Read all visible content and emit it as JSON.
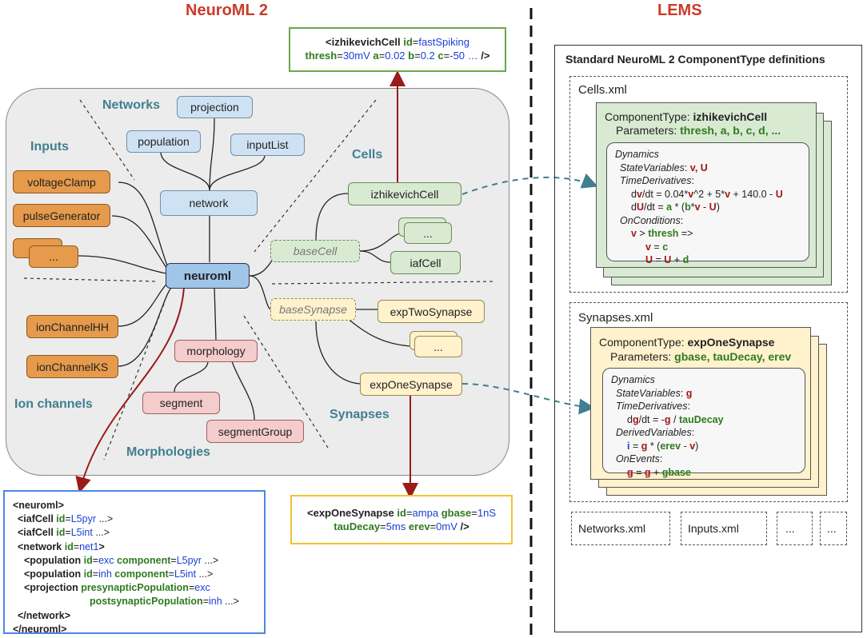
{
  "headings": {
    "left": "NeuroML 2",
    "right": "LEMS"
  },
  "regions": {
    "networks": "Networks",
    "inputs": "Inputs",
    "cells": "Cells",
    "ion_channels": "Ion channels",
    "morphologies": "Morphologies",
    "synapses": "Synapses"
  },
  "nodes": {
    "projection": "projection",
    "population": "population",
    "inputList": "inputList",
    "network": "network",
    "voltageClamp": "voltageClamp",
    "pulseGenerator": "pulseGenerator",
    "inputs_more": "...",
    "neuroml": "neuroml",
    "ionChannelHH": "ionChannelHH",
    "ionChannelKS": "ionChannelKS",
    "morphology": "morphology",
    "segment": "segment",
    "segmentGroup": "segmentGroup",
    "izhikevichCell": "izhikevichCell",
    "cells_more": "...",
    "baseCell": "baseCell",
    "iafCell": "iafCell",
    "baseSynapse": "baseSynapse",
    "expTwoSynapse": "expTwoSynapse",
    "synapses_more": "...",
    "expOneSynapse": "expOneSynapse"
  },
  "izh_snippet": {
    "l1_tag": "<izhikevichCell",
    "l1_k1": "id",
    "l1_v1": "fastSpiking",
    "l2_k1": "thresh",
    "l2_v1": "30mV",
    "l2_k2": "a",
    "l2_v2": "0.02",
    "l2_k3": "b",
    "l2_v3": "0.2",
    "l2_k4": "c",
    "l2_v4": "-50 …",
    "l2_end": "/>"
  },
  "exp_snippet": {
    "l1_tag": "<expOneSynapse",
    "l1_k1": "id",
    "l1_v1": "ampa",
    "l1_k2": "gbase",
    "l1_v2": "1nS",
    "l2_k1": "tauDecay",
    "l2_v1": "5ms",
    "l2_k2": "erev",
    "l2_v2": "0mV",
    "l2_end": "/>"
  },
  "xml_doc": {
    "open": "<neuroml>",
    "iaf1_tag": "<iafCell",
    "iaf1_id": "L5pyr",
    "iaf1_end": "...>",
    "iaf2_tag": "<iafCell",
    "iaf2_id": "L5int",
    "iaf2_end": "...>",
    "net_tag": "<network",
    "net_id": "net1",
    "net_end": ">",
    "pop1_tag": "<population",
    "pop1_id": "exc",
    "pop1_comp_key": "component",
    "pop1_comp": "L5pyr",
    "pop1_end": "...>",
    "pop2_tag": "<population",
    "pop2_id": "inh",
    "pop2_comp_key": "component",
    "pop2_comp": "L5int",
    "pop2_end": "...>",
    "proj_tag": "<projection",
    "proj_pre_key": "presynapticPopulation",
    "proj_pre": "exc",
    "proj_post_key": "postsynapticPopulation",
    "proj_post": "inh",
    "proj_end": "...>",
    "net_close": "</network>",
    "close": "</neuroml>",
    "id_key": "id"
  },
  "lems": {
    "title": "Standard NeuroML 2 ComponentType definitions",
    "cells_file": "Cells.xml",
    "ct_label": "ComponentType:",
    "izh_name": "izhikevichCell",
    "params_label": "Parameters:",
    "izh_params": "thresh, a, b, c, d, ...",
    "dynamics": "Dynamics",
    "state_vars": "StateVariables",
    "izh_state": "v, U",
    "time_derivs": "TimeDerivatives",
    "on_conditions": "OnConditions",
    "synapses_file": "Synapses.xml",
    "exp_name": "expOneSynapse",
    "exp_params": "gbase, tauDecay, erev",
    "exp_state": "g",
    "derived_vars": "DerivedVariables",
    "on_events": "OnEvents",
    "files": [
      "Networks.xml",
      "Inputs.xml",
      "...",
      "..."
    ]
  }
}
